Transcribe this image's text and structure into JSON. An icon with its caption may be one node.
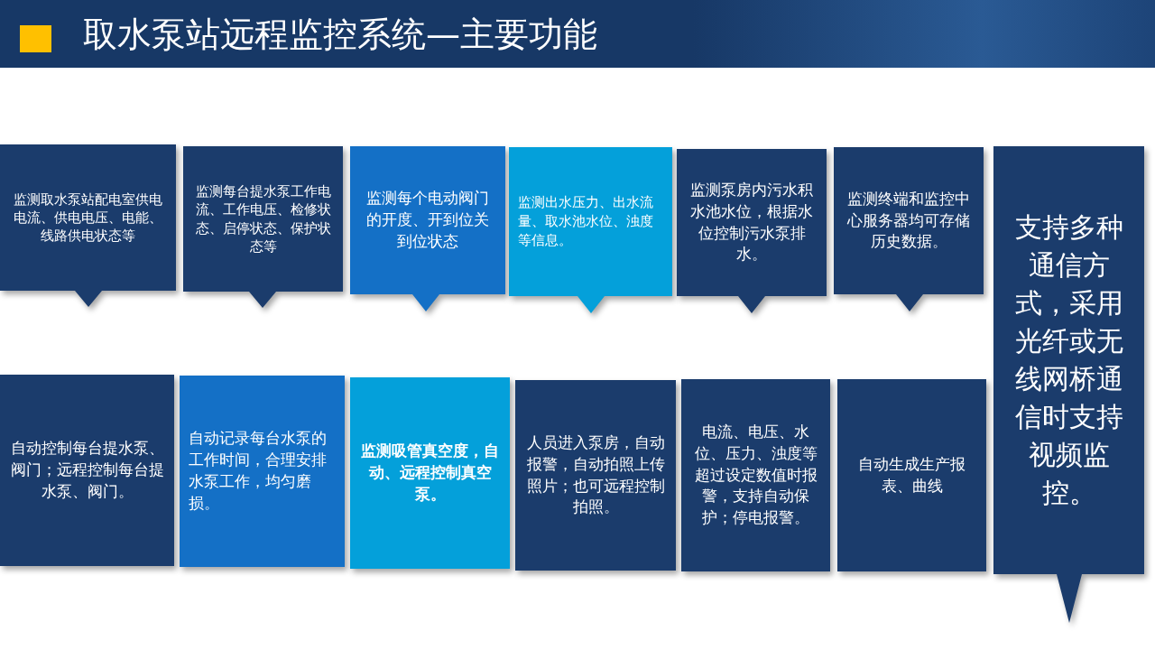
{
  "diagram": {
    "title": "取水泵站远程监控系统—主要功能",
    "nodes": [
      {
        "text": [
          "监测取水泵站配电室供电电流、供电电压、电能、线路供电状态等"
        ]
      },
      {
        "text": [
          "监测每台提水泵工作电流、工作电压、检修状态、启停状态、保护状态等"
        ]
      },
      {
        "text": [
          "监测每个电动阀门的开度、开到位关到位状态"
        ]
      },
      {
        "text": [
          "监测出水压力、出水流量、取水池水位、浊度等信息。"
        ]
      },
      {
        "text": [
          "监测泵房内污水积水池水位，根据水位控制污水泵排水。"
        ]
      },
      {
        "text": [
          "监测终端和监控中心服务器均可存储历史数据。"
        ]
      },
      {
        "text": [
          "支持多种通信方式，采用光纤或无线网桥通信时支持视频监控。"
        ]
      },
      {
        "text": [
          "自动控制每台提水泵、阀门；远程控制每台提水泵、阀门。"
        ]
      },
      {
        "text": [
          "自动记录每台水泵的工作时间，合理安排水泵工作，均匀磨损。"
        ]
      },
      {
        "text": [
          "监测吸管真空度，自动、远程控制真空泵。"
        ]
      },
      {
        "text": [
          "人员进入泵房，自动报警，自动拍照上传照片；也可远程控制拍照。"
        ]
      },
      {
        "text": [
          "电流、电压、水位、压力、浊度等超过设定数值时报警，支持自动保护；停电报警。"
        ]
      },
      {
        "text": [
          "自动生成生产报表、曲线"
        ]
      }
    ]
  }
}
